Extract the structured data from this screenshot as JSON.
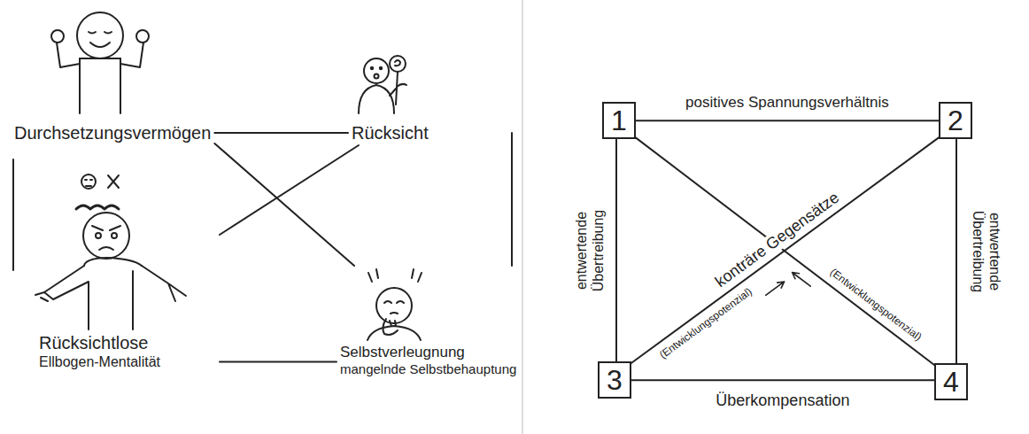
{
  "diagram": {
    "nodes": [
      {
        "text": [
          "Durchsetzungsvermögen"
        ]
      },
      {
        "text": [
          "Rücksicht"
        ]
      },
      {
        "text": [
          "Rücksichtlose",
          "Ellbogen-Mentalität"
        ]
      },
      {
        "text": [
          "Selbstverleugnung",
          "mangelnde Selbstbehauptung"
        ]
      },
      {
        "text": [
          "1"
        ]
      },
      {
        "text": [
          "2"
        ]
      },
      {
        "text": [
          "3"
        ]
      },
      {
        "text": [
          "4"
        ]
      }
    ],
    "edges": [
      {
        "from": 0,
        "to": 1,
        "arrow": "none"
      },
      {
        "from": 2,
        "to": 3,
        "arrow": "none"
      },
      {
        "from": 0,
        "to": 3,
        "arrow": "none"
      },
      {
        "from": 1,
        "to": 2,
        "arrow": "none"
      },
      {
        "from": 4,
        "to": 5,
        "arrow": "none",
        "label": "positives Spannungsverhältnis"
      },
      {
        "from": 4,
        "to": 6,
        "arrow": "none",
        "label": "entwertende Übertreibung"
      },
      {
        "from": 5,
        "to": 7,
        "arrow": "none",
        "label": "entwertende Übertreibung"
      },
      {
        "from": 6,
        "to": 7,
        "arrow": "none",
        "label": "Überkompensation"
      },
      {
        "from": 6,
        "to": 5,
        "arrow": "none",
        "label": "(Entwicklungspotenzial)"
      },
      {
        "from": 7,
        "to": 4,
        "arrow": "none",
        "label": "(Entwicklungspotenzial)"
      }
    ],
    "labels": [
      "konträre Gegensätze"
    ]
  }
}
